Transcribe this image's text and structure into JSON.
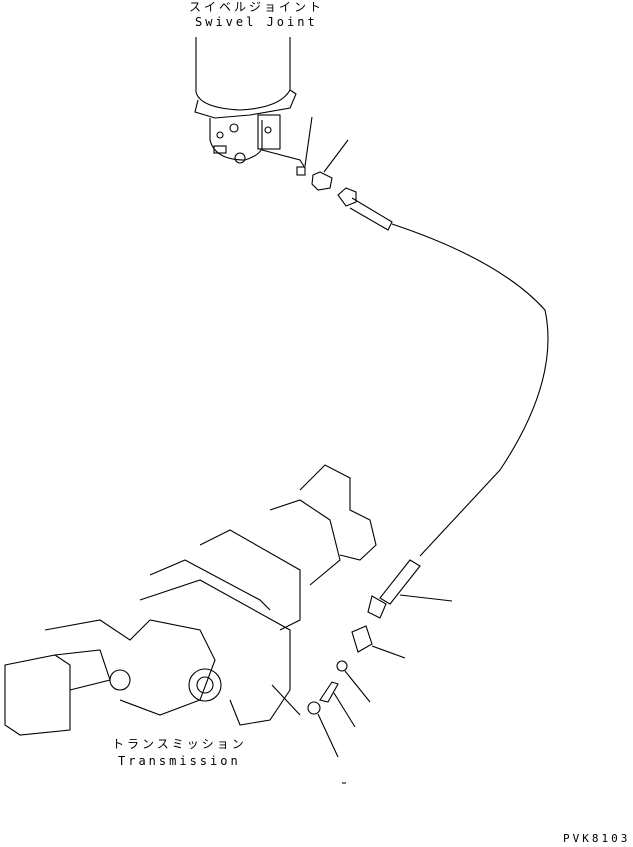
{
  "labels": {
    "swivel_joint_jp": "スイベルジョイント",
    "swivel_joint_en": "Swivel Joint",
    "transmission_jp": "トランスミッション",
    "transmission_en": "Transmission",
    "drawing_code": "PVK8103"
  }
}
